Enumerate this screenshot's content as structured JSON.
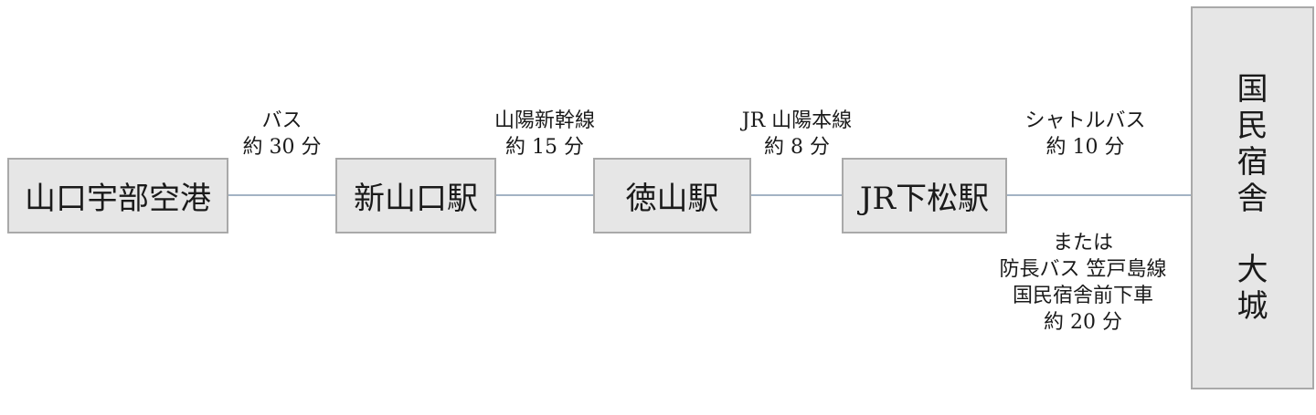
{
  "stations": {
    "airport": "山口宇部空港",
    "shin_yamaguchi": "新山口駅",
    "tokuyama": "徳山駅",
    "kudamatsu": "JR下松駅"
  },
  "destination": {
    "chars_line1": [
      "国",
      "民",
      "宿",
      "舎"
    ],
    "chars_line2": [
      "大",
      "城"
    ]
  },
  "routes": {
    "r1": {
      "mode": "バス",
      "time": "約 30 分"
    },
    "r2": {
      "mode": "山陽新幹線",
      "time": "約 15 分"
    },
    "r3": {
      "mode": "JR 山陽本線",
      "time": "約 8 分"
    },
    "r4": {
      "mode": "シャトルバス",
      "time": "約 10 分"
    },
    "alt": {
      "intro": "または",
      "line": "防長バス 笠戸島線",
      "stop": "国民宿舎前下車",
      "time": "約 20 分"
    }
  },
  "colors": {
    "box_fill": "#e6e6e6",
    "box_border": "#a9a9a9",
    "connector": "#a3b3c4"
  }
}
